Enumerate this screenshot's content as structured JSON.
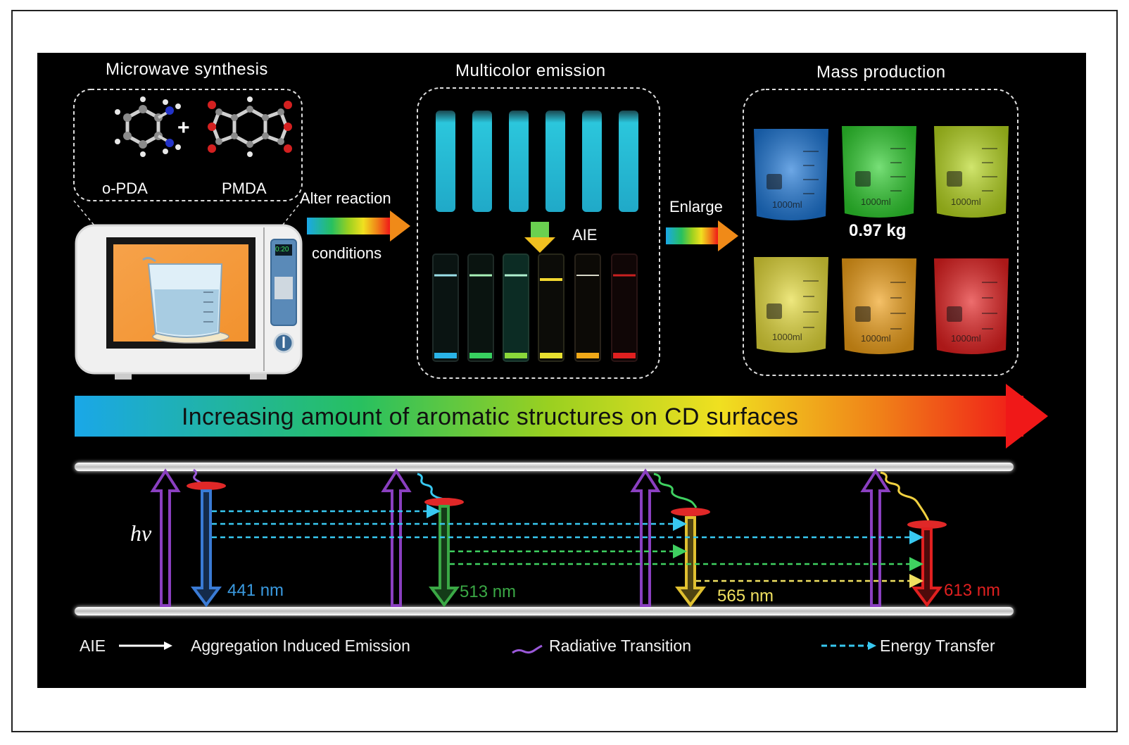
{
  "sections": {
    "microwave_title": "Microwave synthesis",
    "multicolor_title": "Multicolor  emission",
    "mass_title": "Mass  production"
  },
  "molecules": {
    "left_name": "o-PDA",
    "right_name": "PMDA",
    "plus": "+"
  },
  "microwave": {
    "display": "0:20"
  },
  "arrows": {
    "alter_line1": "Alter reaction",
    "alter_line2": "conditions",
    "aie": "AIE",
    "enlarge": "Enlarge"
  },
  "mass": {
    "amount": "0.97 kg",
    "beaker_volume": "1000ml"
  },
  "gradient_banner": "Increasing amount of aromatic structures on CD surfaces",
  "energy_diagram": {
    "excitation_label": "hv",
    "emissions": [
      {
        "wavelength": "441 nm",
        "color": "#3a7bd5"
      },
      {
        "wavelength": "513 nm",
        "color": "#3aa845"
      },
      {
        "wavelength": "565 nm",
        "color": "#f0e060"
      },
      {
        "wavelength": "613 nm",
        "color": "#e02020"
      }
    ]
  },
  "legend": {
    "aie_abbr": "AIE",
    "aie_full": "Aggregation Induced Emission",
    "radiative": "Radiative Transition",
    "energy_transfer": "Energy Transfer"
  },
  "colors": {
    "excitation": "#8a3fc0",
    "transfer": "#38c8f0",
    "cuvette_top": "#1fb5cc",
    "beakers": [
      "#1e78d8",
      "#2fcf2f",
      "#b8d820",
      "#e6dc3a",
      "#f0a018",
      "#e42020"
    ]
  }
}
